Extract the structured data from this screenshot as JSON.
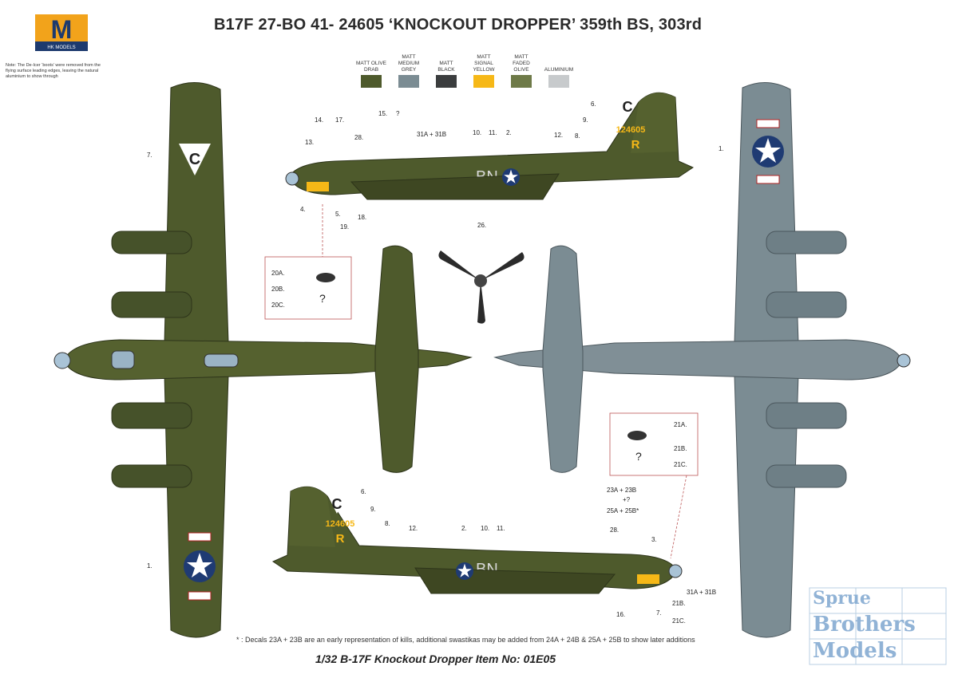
{
  "logo": {
    "letter": "M",
    "caption": "HK MODELS"
  },
  "title": "B17F 27-BO 41- 24605 ‘KNOCKOUT DROPPER’ 359th BS, 303rd",
  "note": "Note: The De-Icer ‘boots’ were removed from the flying surface leading edges, leaving the natural aluminium to show through",
  "swatches": [
    {
      "label": "MATT OLIVE DRAB",
      "color": "#4e5a2c"
    },
    {
      "label": "MATT MEDIUM GREY",
      "color": "#7b8c93"
    },
    {
      "label": "MATT BLACK",
      "color": "#3b3d3e"
    },
    {
      "label": "MATT SIGNAL YELLOW",
      "color": "#f6b817"
    },
    {
      "label": "MATT FADED OLIVE",
      "color": "#6e7a48"
    },
    {
      "label": "ALUMINIUM",
      "color": "#c7cacc"
    }
  ],
  "markings": {
    "tail_letter": "C",
    "serial": "124605",
    "code_letter": "R",
    "fuselage_code": "BN"
  },
  "callouts_top_profile": [
    "15.",
    "?",
    "14.",
    "17.",
    "28.",
    "31A + 31B",
    "10.",
    "11.",
    "2.",
    "12.",
    "6.",
    "9.",
    "8.",
    "13.",
    "4.",
    "5.",
    "19.",
    "18."
  ],
  "callouts_bottom_profile": [
    "6.",
    "9.",
    "8.",
    "12.",
    "2.",
    "10.",
    "11.",
    "23A + 23B",
    "+?",
    "25A + 25B*",
    "28.",
    "3.",
    "31A + 31B",
    "21B.",
    "7.",
    "21C.",
    "16."
  ],
  "callouts_plan": [
    "7.",
    "1.",
    "1.",
    "26."
  ],
  "detail_left": [
    "20A.",
    "20B.",
    "20C.",
    "?"
  ],
  "detail_right": [
    "21A.",
    "21B.",
    "21C.",
    "?"
  ],
  "footnote": "* : Decals 23A + 23B are an early representation of kills, additional swastikas may be added from 24A + 24B & 25A + 25B to show later additions",
  "bottom_title": "1/32 B-17F Knockout Dropper Item No: 01E05",
  "watermark": [
    "Sprue",
    "Brothers",
    "Models"
  ],
  "colors": {
    "olive": "#4e5a2c",
    "olive_dark": "#3a4420",
    "grey": "#7b8c93",
    "grey_dark": "#5e6e75",
    "yellow": "#f6b817",
    "insignia_blue": "#1f3b73"
  }
}
